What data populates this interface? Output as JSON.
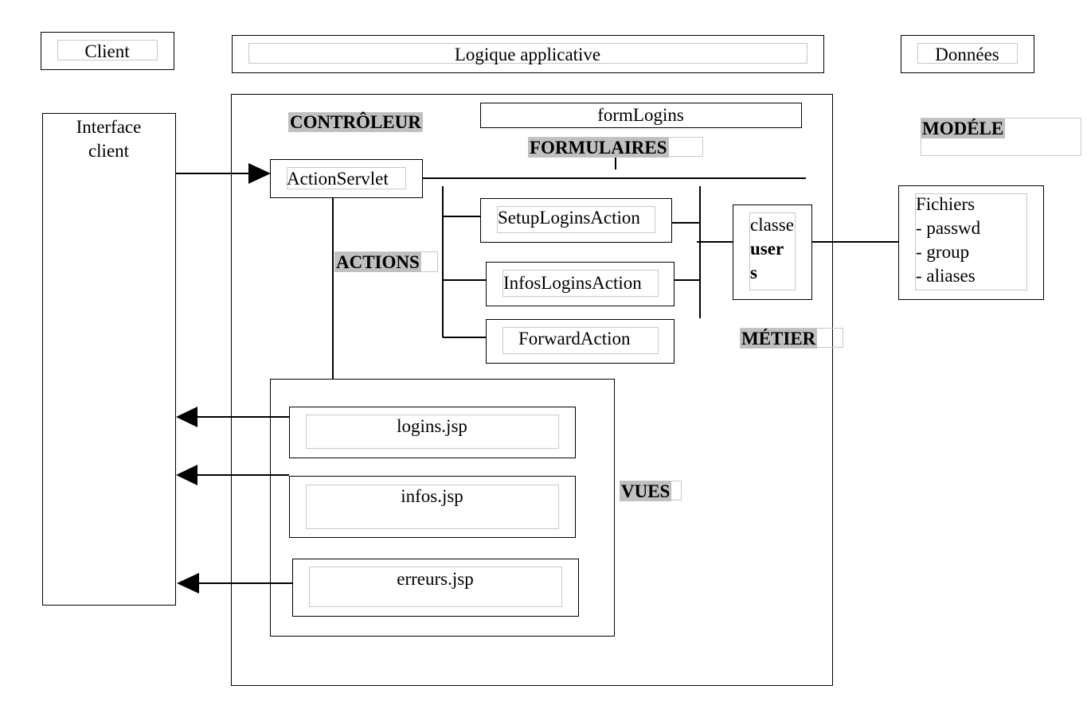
{
  "headers": {
    "client": "Client",
    "logic": "Logique applicative",
    "data": "Données"
  },
  "client_panel": {
    "title_line1": "Interface",
    "title_line2": "client"
  },
  "layers": {
    "controller": "CONTRÔLEUR",
    "forms": "FORMULAIRES",
    "actions": "ACTIONS",
    "business": "MÉTIER",
    "views": "VUES",
    "model": "MODÉLE"
  },
  "components": {
    "form_logins": "formLogins",
    "action_servlet": "ActionServlet",
    "setup_logins_action": "SetupLoginsAction",
    "infos_logins_action": "InfosLoginsAction",
    "forward_action": "ForwardAction",
    "users_class_line1": "classe",
    "users_class_line2": "user",
    "users_class_line3": "s"
  },
  "views": {
    "logins": "logins.jsp",
    "infos": "infos.jsp",
    "erreurs": "erreurs.jsp"
  },
  "data_files": {
    "title": "Fichiers",
    "items": [
      "- passwd",
      "- group",
      "- aliases"
    ]
  }
}
